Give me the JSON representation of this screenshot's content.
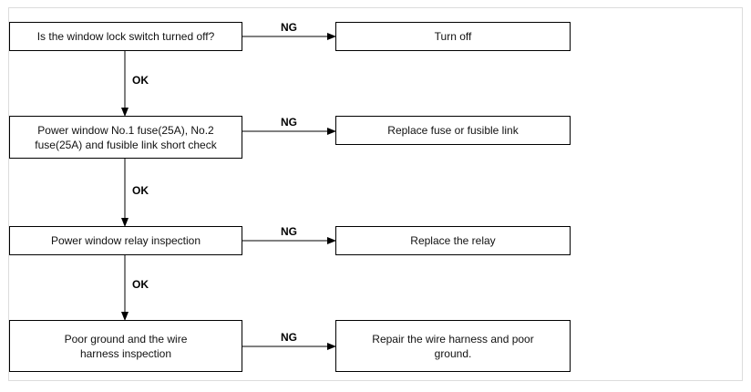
{
  "flow": {
    "steps": [
      {
        "check": "Is the window lock switch turned off?",
        "ng_label": "NG",
        "action": "Turn off",
        "ok_label": "OK"
      },
      {
        "check": "Power window No.1 fuse(25A), No.2\nfuse(25A) and fusible link short check",
        "ng_label": "NG",
        "action": "Replace fuse or fusible link",
        "ok_label": "OK"
      },
      {
        "check": "Power window relay inspection",
        "ng_label": "NG",
        "action": "Replace the relay",
        "ok_label": "OK"
      },
      {
        "check": "Poor ground and the wire\nharness inspection",
        "ng_label": "NG",
        "action": "Repair the wire harness and poor\nground."
      }
    ]
  },
  "colors": {
    "line": "#000000",
    "frame_border": "#dcdcdc"
  }
}
